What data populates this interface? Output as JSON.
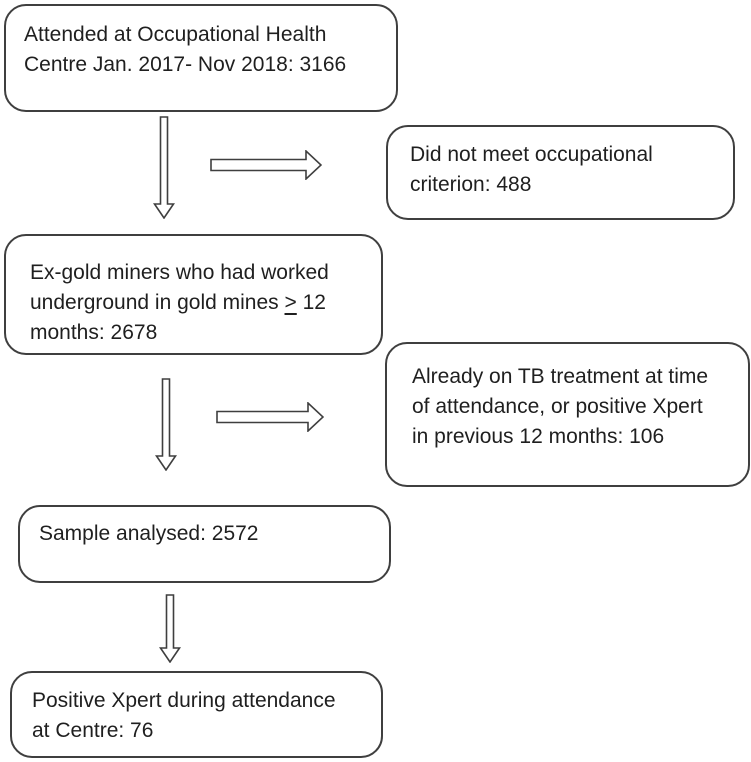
{
  "diagram": {
    "type": "flowchart",
    "background": "#ffffff",
    "stroke_color": "#3f3f3f",
    "text_color": "#1f1f1f",
    "boxes": {
      "attended": {
        "lines": [
          "Attended at Occupational Health",
          "Centre Jan. 2017- Nov 2018: 3166"
        ],
        "count": 3166
      },
      "did_not_meet": {
        "lines": [
          "Did not meet occupational",
          "criterion: 488"
        ],
        "count": 488
      },
      "exgold": {
        "line1": "Ex-gold miners who had worked",
        "line2_pre": "underground in gold mines ",
        "line2_gte": ">",
        "line2_post": " 12",
        "line3": "months: 2678",
        "count": 2678
      },
      "already_tb": {
        "lines": [
          "Already on TB treatment at time",
          "of attendance, or positive Xpert",
          "in previous 12 months: 106"
        ],
        "count": 106
      },
      "sample": {
        "lines": [
          "Sample analysed: 2572"
        ],
        "count": 2572
      },
      "positive": {
        "lines": [
          "Positive Xpert during attendance",
          "at Centre: 76"
        ],
        "count": 76
      }
    },
    "arrows": {
      "down_count": 3,
      "right_count": 2,
      "style": "hollow-outline"
    }
  }
}
